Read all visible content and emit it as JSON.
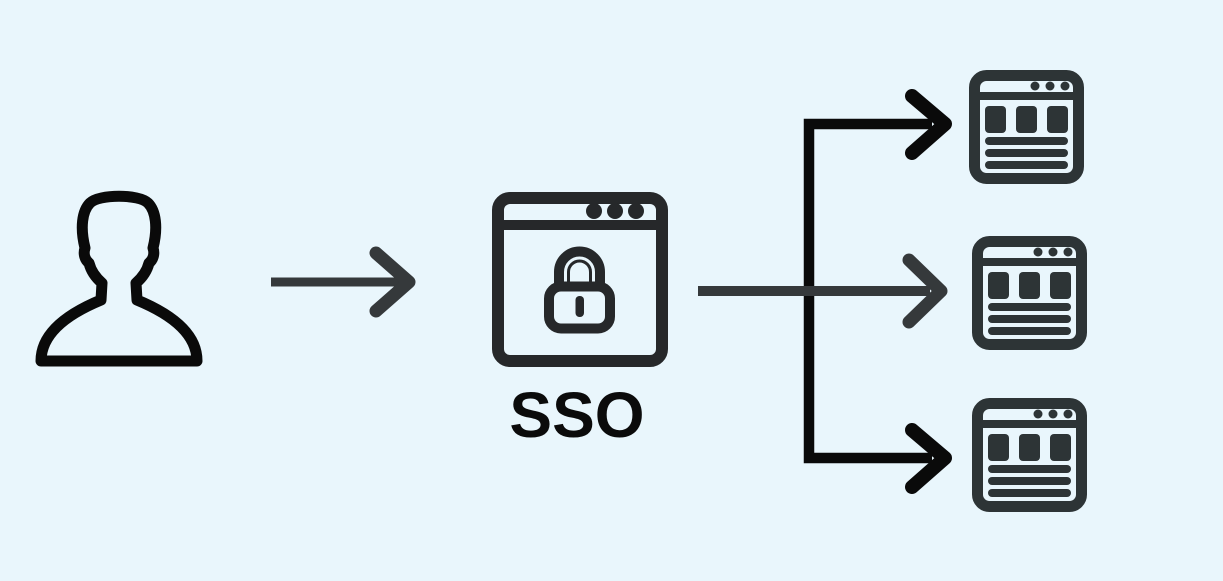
{
  "colors": {
    "background": "#E9F6FC",
    "ink": "#0A0A0A",
    "sso-window": "#26282A",
    "app-window": "#2D3436",
    "connector": "#35393B",
    "label": "#0B0B0B"
  },
  "sso": {
    "label": "SSO"
  },
  "icons": {
    "user": "user-silhouette-icon",
    "sso_window": "browser-window-icon",
    "lock": "padlock-icon",
    "window_dots": "window-controls-dots-icon",
    "app_window": "app-window-icon",
    "arrow": "right-arrow-icon"
  },
  "structure": {
    "source": "user",
    "gateway": "SSO",
    "app_window_count": 3
  }
}
